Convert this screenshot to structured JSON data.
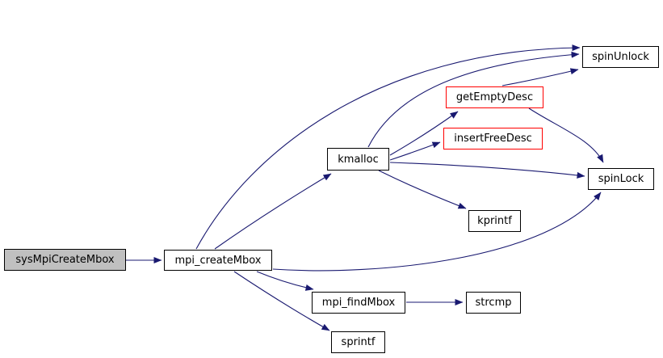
{
  "diagram": {
    "type": "call-graph",
    "colors": {
      "edge": "#191970",
      "node_border": "#000000",
      "truncated_border": "#ff0000",
      "root_fill": "#c0c0c0",
      "node_fill": "#ffffff",
      "background": "#ffffff",
      "text": "#000000"
    },
    "nodes": [
      {
        "id": "sysMpiCreateMbox",
        "label": "sysMpiCreateMbox",
        "type": "root"
      },
      {
        "id": "mpi_createMbox",
        "label": "mpi_createMbox",
        "type": "normal"
      },
      {
        "id": "kmalloc",
        "label": "kmalloc",
        "type": "normal"
      },
      {
        "id": "getEmptyDesc",
        "label": "getEmptyDesc",
        "type": "truncated"
      },
      {
        "id": "insertFreeDesc",
        "label": "insertFreeDesc",
        "type": "truncated"
      },
      {
        "id": "spinUnlock",
        "label": "spinUnlock",
        "type": "normal"
      },
      {
        "id": "spinLock",
        "label": "spinLock",
        "type": "normal"
      },
      {
        "id": "kprintf",
        "label": "kprintf",
        "type": "normal"
      },
      {
        "id": "mpi_findMbox",
        "label": "mpi_findMbox",
        "type": "normal"
      },
      {
        "id": "strcmp",
        "label": "strcmp",
        "type": "normal"
      },
      {
        "id": "sprintf",
        "label": "sprintf",
        "type": "normal"
      }
    ],
    "edges": [
      {
        "from": "sysMpiCreateMbox",
        "to": "mpi_createMbox"
      },
      {
        "from": "mpi_createMbox",
        "to": "kmalloc"
      },
      {
        "from": "mpi_createMbox",
        "to": "spinUnlock"
      },
      {
        "from": "mpi_createMbox",
        "to": "spinLock"
      },
      {
        "from": "mpi_createMbox",
        "to": "mpi_findMbox"
      },
      {
        "from": "mpi_createMbox",
        "to": "sprintf"
      },
      {
        "from": "kmalloc",
        "to": "spinUnlock"
      },
      {
        "from": "kmalloc",
        "to": "getEmptyDesc"
      },
      {
        "from": "kmalloc",
        "to": "insertFreeDesc"
      },
      {
        "from": "kmalloc",
        "to": "spinLock"
      },
      {
        "from": "kmalloc",
        "to": "kprintf"
      },
      {
        "from": "getEmptyDesc",
        "to": "spinUnlock"
      },
      {
        "from": "getEmptyDesc",
        "to": "spinLock"
      },
      {
        "from": "mpi_findMbox",
        "to": "strcmp"
      }
    ]
  }
}
